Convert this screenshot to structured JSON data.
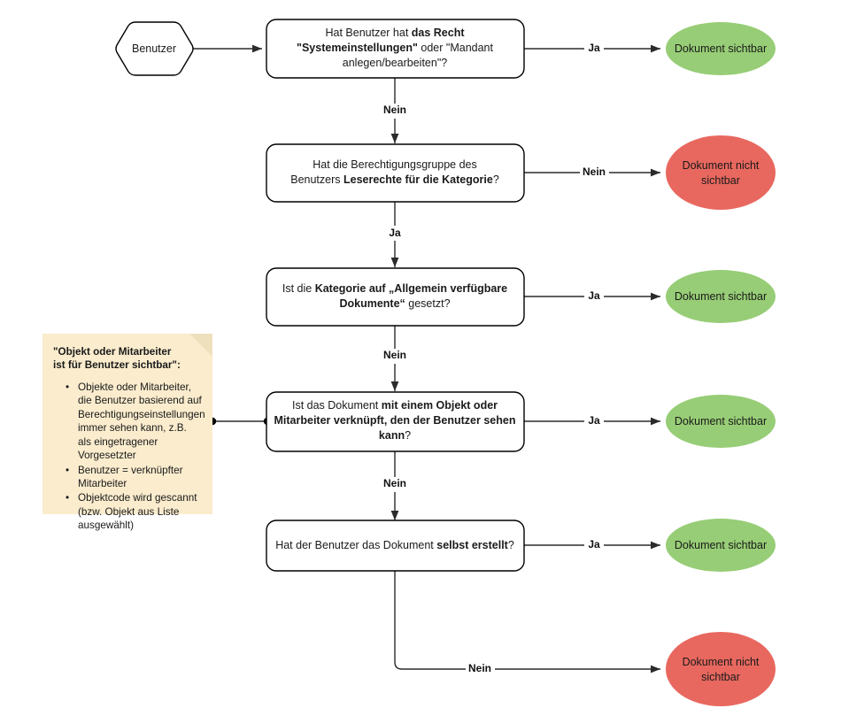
{
  "diagram": {
    "title": "Dokumentsichtbarkeit Entscheidungsbaum",
    "colors": {
      "visible": "#97cd76",
      "not_visible": "#e8685f",
      "note_bg": "#faeccd",
      "note_fold": "#eee0bd",
      "line": "#2b2b2b",
      "node_fill": "#ffffff"
    },
    "start": {
      "label": "Benutzer"
    },
    "decisions": [
      {
        "id": "d1",
        "lines": [
          [
            {
              "t": "Hat Benutzer hat ",
              "b": false
            },
            {
              "t": "das Recht",
              "b": true
            }
          ],
          [
            {
              "t": "\"Systemeinstellungen\"",
              "b": true
            },
            {
              "t": " oder \"Mandant",
              "b": false
            }
          ],
          [
            {
              "t": "anlegen/bearbeiten\"?",
              "b": false
            }
          ]
        ],
        "yes_label": "Ja",
        "no_label": "Nein"
      },
      {
        "id": "d2",
        "lines": [
          [
            {
              "t": "Hat die Berechtigungsgruppe des",
              "b": false
            }
          ],
          [
            {
              "t": "Benutzers ",
              "b": false
            },
            {
              "t": "Leserechte für die Kategorie",
              "b": true
            },
            {
              "t": "?",
              "b": false
            }
          ]
        ],
        "yes_label": "Ja",
        "no_label": "Nein"
      },
      {
        "id": "d3",
        "lines": [
          [
            {
              "t": "Ist die ",
              "b": false
            },
            {
              "t": "Kategorie auf „Allgemein verfügbare",
              "b": true
            }
          ],
          [
            {
              "t": "Dokumente“",
              "b": true
            },
            {
              "t": " gesetzt?",
              "b": false
            }
          ]
        ],
        "yes_label": "Ja",
        "no_label": "Nein"
      },
      {
        "id": "d4",
        "lines": [
          [
            {
              "t": "Ist das Dokument ",
              "b": false
            },
            {
              "t": "mit einem Objekt oder",
              "b": true
            }
          ],
          [
            {
              "t": "Mitarbeiter verknüpft, den der Benutzer sehen",
              "b": true
            }
          ],
          [
            {
              "t": "kann",
              "b": true
            },
            {
              "t": "?",
              "b": false
            }
          ]
        ],
        "yes_label": "Ja",
        "no_label": "Nein"
      },
      {
        "id": "d5",
        "lines": [
          [
            {
              "t": "Hat der Benutzer das Dokument ",
              "b": false
            },
            {
              "t": "selbst erstellt",
              "b": true
            },
            {
              "t": "?",
              "b": false
            }
          ]
        ],
        "yes_label": "Ja",
        "no_label": "Nein"
      }
    ],
    "terminals": [
      {
        "id": "t1",
        "kind": "visible",
        "lines": [
          "Dokument sichtbar"
        ]
      },
      {
        "id": "t2",
        "kind": "not_visible",
        "lines": [
          "Dokument nicht",
          "sichtbar"
        ]
      },
      {
        "id": "t3",
        "kind": "visible",
        "lines": [
          "Dokument sichtbar"
        ]
      },
      {
        "id": "t4",
        "kind": "visible",
        "lines": [
          "Dokument sichtbar"
        ]
      },
      {
        "id": "t5",
        "kind": "visible",
        "lines": [
          "Dokument sichtbar"
        ]
      },
      {
        "id": "t6",
        "kind": "not_visible",
        "lines": [
          "Dokument nicht",
          "sichtbar"
        ]
      }
    ],
    "note": {
      "title_lines": [
        "\"Objekt oder Mitarbeiter",
        "ist für Benutzer sichtbar\":"
      ],
      "bullets": [
        "Objekte oder Mitarbeiter, die Benutzer basierend auf Berechtigungseinstellungen immer sehen kann, z.B. als eingetragener Vorgesetzter",
        "Benutzer = verknüpfter Mitarbeiter",
        "Objektcode wird gescannt (bzw. Objekt aus Liste ausgewählt)"
      ]
    }
  }
}
